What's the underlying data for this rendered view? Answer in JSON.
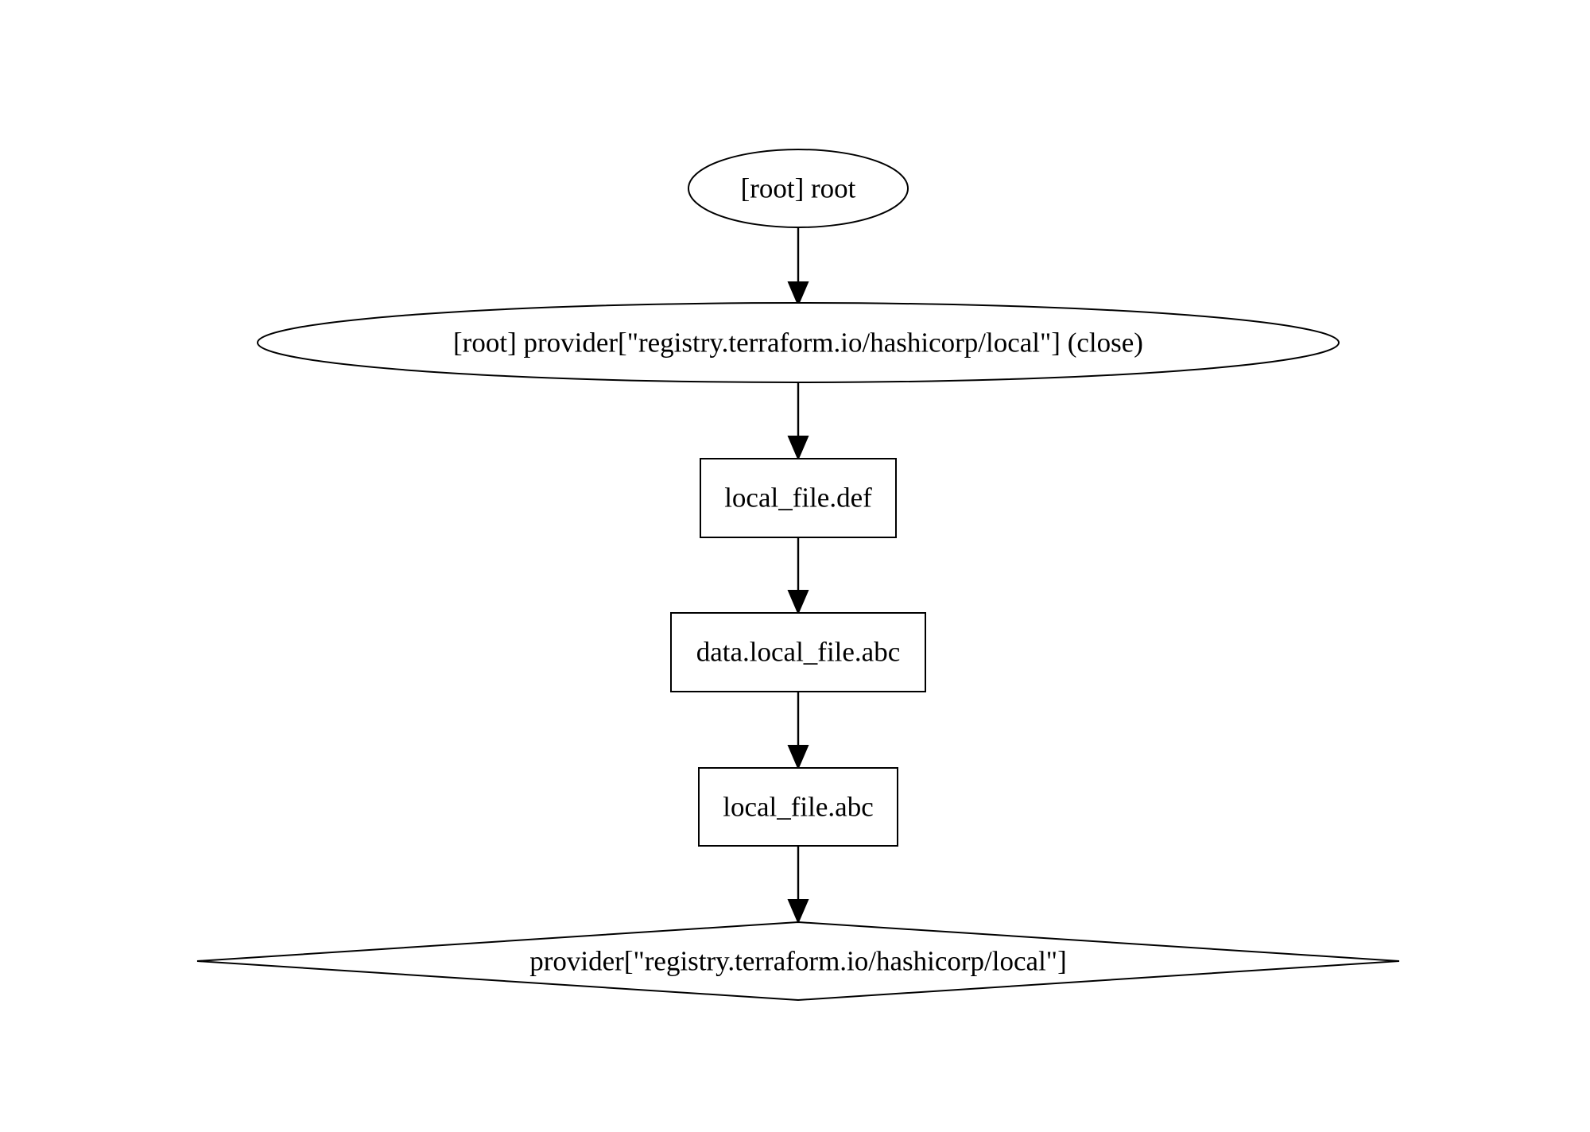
{
  "graph": {
    "nodes": [
      {
        "id": "root",
        "label": "[root] root",
        "shape": "ellipse"
      },
      {
        "id": "provider_close",
        "label": "[root] provider[\"registry.terraform.io/hashicorp/local\"] (close)",
        "shape": "ellipse"
      },
      {
        "id": "local_file_def",
        "label": "local_file.def",
        "shape": "box"
      },
      {
        "id": "data_local_file_abc",
        "label": "data.local_file.abc",
        "shape": "box"
      },
      {
        "id": "local_file_abc",
        "label": "local_file.abc",
        "shape": "box"
      },
      {
        "id": "provider_local",
        "label": "provider[\"registry.terraform.io/hashicorp/local\"]",
        "shape": "diamond"
      }
    ],
    "edges": [
      {
        "from": "root",
        "to": "provider_close"
      },
      {
        "from": "provider_close",
        "to": "local_file_def"
      },
      {
        "from": "local_file_def",
        "to": "data_local_file_abc"
      },
      {
        "from": "data_local_file_abc",
        "to": "local_file_abc"
      },
      {
        "from": "local_file_abc",
        "to": "provider_local"
      }
    ],
    "colors": {
      "stroke": "#000000",
      "fill": "#ffffff",
      "background": "#ffffff"
    }
  }
}
